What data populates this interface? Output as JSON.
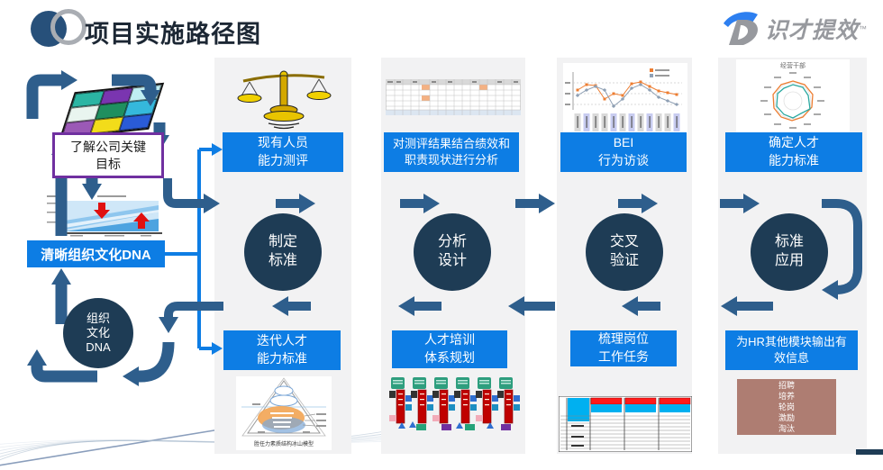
{
  "header": {
    "title": "项目实施路径图",
    "brand_name": "识才提效",
    "brand_tm": "™"
  },
  "colors": {
    "accent_blue": "#0d7de4",
    "navy_circle": "#1e3c55",
    "arrow_navy": "#2e5e8c",
    "panel_gray": "#f2f2f3",
    "purple_border": "#7030a0",
    "hr_box_brown": "#ae7d72"
  },
  "left_flow": {
    "goal_line1": "了解公司关键",
    "goal_line2": "目标",
    "dna_bar_label": "清晰组织文化DNA",
    "dna_circle_line1": "组织",
    "dna_circle_line2": "文化",
    "dna_circle_line3": "DNA"
  },
  "columns": [
    {
      "top_box_line1": "现有人员",
      "top_box_line2": "能力测评",
      "circle_line1": "制定",
      "circle_line2": "标准",
      "bottom_box_line1": "迭代人才",
      "bottom_box_line2": "能力标准",
      "image_caption": "胜任力素质结构冰山模型"
    },
    {
      "top_box_line1": "对测评结果结合绩效和",
      "top_box_line2": "职责现状进行分析",
      "circle_line1": "分析",
      "circle_line2": "设计",
      "bottom_box_line1": "人才培训",
      "bottom_box_line2": "体系规划"
    },
    {
      "top_box_line1": "BEI",
      "top_box_line2": "行为访谈",
      "circle_line1": "交叉",
      "circle_line2": "验证",
      "bottom_box_line1": "梳理岗位",
      "bottom_box_line2": "工作任务"
    },
    {
      "top_box_line1": "确定人才",
      "top_box_line2": "能力标准",
      "circle_line1": "标准",
      "circle_line2": "应用",
      "bottom_box_line1": "为HR其他模块输出有",
      "bottom_box_line2": "效信息",
      "radar_title": "经营干部",
      "hr_outputs": [
        "招聘",
        "培养",
        "轮岗",
        "激励",
        "淘汰"
      ]
    }
  ]
}
